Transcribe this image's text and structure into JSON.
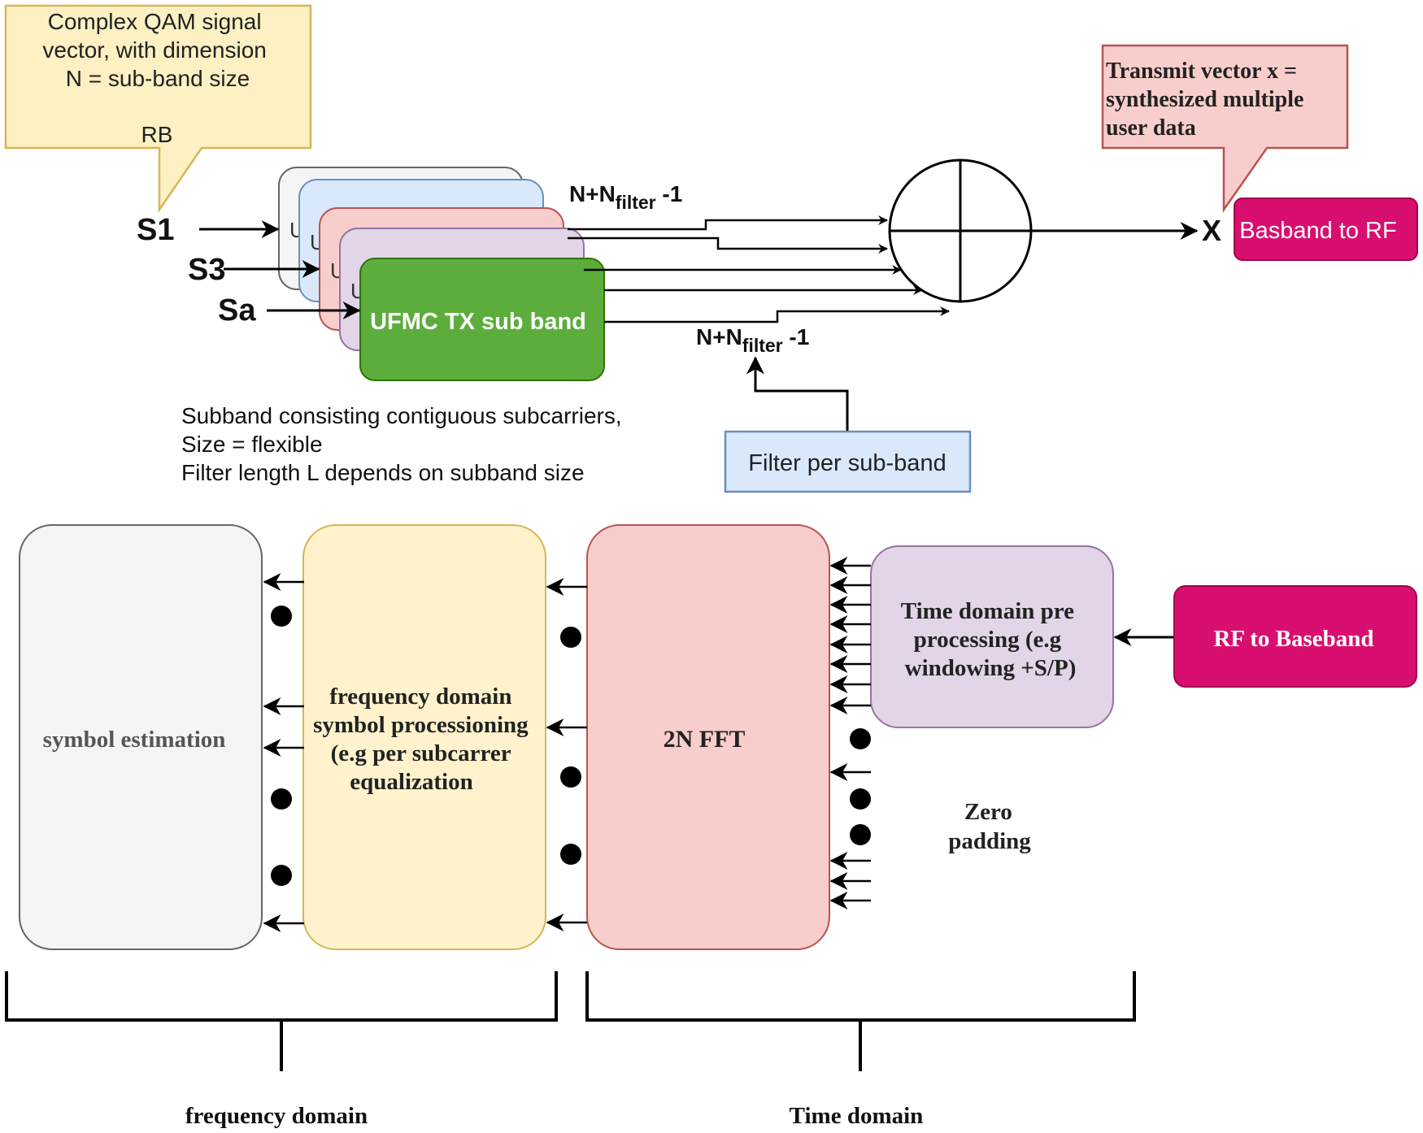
{
  "callout_qam": {
    "lines": [
      "Complex QAM signal",
      "vector, with dimension",
      "N = sub-band size"
    ],
    "rb": "RB"
  },
  "callout_transmit": {
    "lines": [
      "Transmit vector x =",
      "synthesized multiple",
      "user data"
    ]
  },
  "signals": {
    "s1": "S1",
    "s3": "S3",
    "sa": "Sa"
  },
  "stack_letter": "U",
  "ufmc_block": "UFMC TX sub band",
  "len_top": {
    "main": "N+N",
    "sub": "filter",
    "tail": " -1"
  },
  "len_bottom": {
    "main": "N+N",
    "sub": "filter",
    "tail": " -1"
  },
  "output_x": "X",
  "baseband_to_rf": "Basband to RF",
  "subband_note": [
    "Subband consisting contiguous subcarriers,",
    "Size = flexible",
    "Filter length L depends on subband size"
  ],
  "filter_block": "Filter per sub-band",
  "symbol_estimation": "symbol estimation",
  "freq_processing": [
    "frequency domain",
    "symbol processioning",
    "(e.g per subcarrer",
    "equalization"
  ],
  "fft": "2N FFT",
  "time_preproc": [
    "Time domain pre",
    "processing (e.g",
    "windowing +S/P)"
  ],
  "rf_to_baseband": "RF to Baseband",
  "zero_padding": [
    "Zero",
    "padding"
  ],
  "bracket_freq": "frequency domain",
  "bracket_time": "Time  domain",
  "colors": {
    "callout_yellow": "#fdf0c2",
    "callout_pink": "#f8cecc",
    "stack_gray": "#f5f5f5",
    "stack_blue": "#dae8fc",
    "stack_red": "#f8cecc",
    "stack_purple": "#e1d5e7",
    "ufmc_green": "#5cad3c",
    "magenta": "#d80f6f",
    "fft_red": "#f8cecc",
    "freq_yellow": "#fff2cc",
    "sym_gray": "#f5f5f5"
  }
}
